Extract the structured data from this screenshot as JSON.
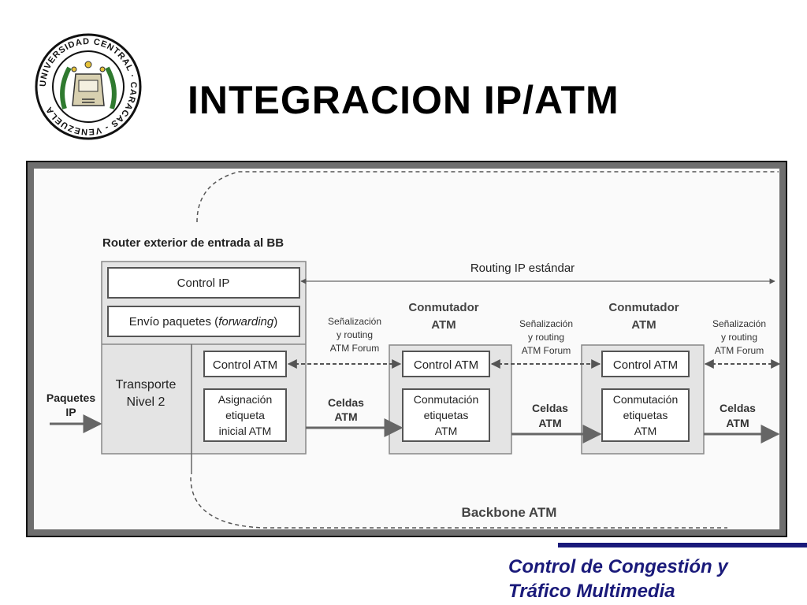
{
  "title": "INTEGRACION IP/ATM",
  "logo": {
    "icon": "university-seal",
    "text": "UNIVERSIDAD CENTRAL · CARACAS - VENEZUELA"
  },
  "footer": {
    "line1": "Control de Congestión y",
    "line2": "Tráfico Multimedia"
  },
  "diagram": {
    "router_title": "Router exterior de entrada al BB",
    "routing_ip": "Routing IP estándar",
    "control_ip": "Control IP",
    "envio_prefix": "Envío paquetes (",
    "envio_italic": "forwarding",
    "envio_suffix": ")",
    "transporte_1": "Transporte",
    "transporte_2": "Nivel 2",
    "paquetes_1": "Paquetes",
    "paquetes_2": "IP",
    "control_atm": "Control ATM",
    "asignacion_1": "Asignación",
    "asignacion_2": "etiqueta",
    "asignacion_3": "inicial ATM",
    "conmutador_1": "Conmutador",
    "conmutador_2": "ATM",
    "conmutacion_1": "Conmutación",
    "conmutacion_2": "etiquetas",
    "conmutacion_3": "ATM",
    "senal_1": "Señalización",
    "senal_2": "y routing",
    "senal_3": "ATM Forum",
    "celdas_1": "Celdas",
    "celdas_2": "ATM",
    "backbone": "Backbone ATM",
    "colors": {
      "box_fill": "#e4e4e4",
      "line": "#555555",
      "text": "#222222"
    }
  }
}
